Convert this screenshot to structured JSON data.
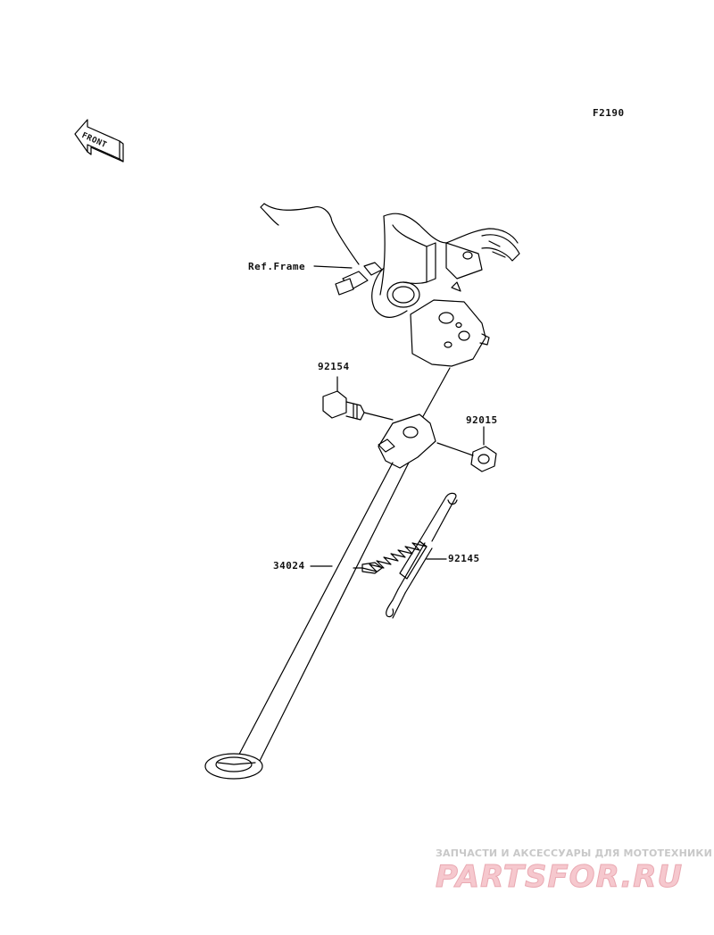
{
  "diagram_code": "F2190",
  "front_label": "FRONT",
  "ref_frame_label": "Ref.Frame",
  "parts": {
    "bolt": "92154",
    "nut": "92015",
    "stand": "34024",
    "spring": "92145"
  },
  "watermark": {
    "tagline": "ЗАПЧАСТИ И АКСЕССУАРЫ ДЛЯ МОТОТЕХНИКИ",
    "logo": "PARTSFOR.RU"
  }
}
